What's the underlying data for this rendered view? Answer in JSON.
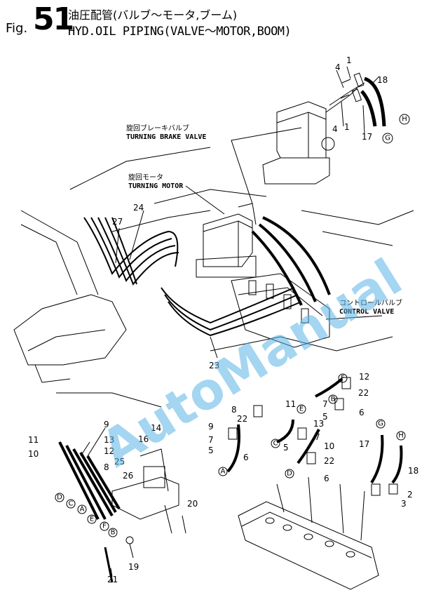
{
  "header": {
    "fig_prefix": "Fig.",
    "fig_number": "51",
    "title_jp": "油圧配管(バルブ～モータ,ブーム)",
    "title_en": "HYD.OIL PIPING(VALVE～MOTOR,BOOM)"
  },
  "callouts": {
    "turning_brake_valve_jp": "旋回ブレーキバルブ",
    "turning_brake_valve_en": "TURNING BRAKE VALVE",
    "turning_motor_jp": "旋回モータ",
    "turning_motor_en": "TURNING MOTOR",
    "control_valve_jp": "コントロールバルブ",
    "control_valve_en": "CONTROL VALVE"
  },
  "part_numbers": {
    "p1a": "1",
    "p1b": "1",
    "p4a": "4",
    "p4b": "4",
    "p18a": "18",
    "p17a": "17",
    "p24": "24",
    "p27": "27",
    "p23": "23",
    "p12a": "12",
    "p22a": "22",
    "p13a": "13",
    "p6a": "6",
    "p11a": "11",
    "p7a": "7",
    "p10a": "10",
    "p8a": "8",
    "p22b": "22",
    "p9a": "9",
    "p7b": "7",
    "p5a": "5",
    "p6b": "6",
    "p5b": "5",
    "p22c": "22",
    "p6c": "6",
    "p17b": "17",
    "p18b": "18",
    "p2": "2",
    "p7c": "7",
    "p5c": "5",
    "p3": "3",
    "p9b": "9",
    "p14": "14",
    "p11b": "11",
    "p13b": "13",
    "p16": "16",
    "p10b": "10",
    "p12b": "12",
    "p8b": "8",
    "p25": "25",
    "p26": "26",
    "p20": "20",
    "p19": "19",
    "p21": "21"
  },
  "circle_letters": {
    "h1": "H",
    "g1": "G",
    "e1": "E",
    "f1": "F",
    "c1": "C",
    "a1": "A",
    "d1": "D",
    "g2": "G",
    "h2": "H",
    "d2": "D",
    "c2": "C",
    "a2": "A",
    "e2": "E",
    "f2": "F",
    "b1": "B",
    "b2": "B"
  },
  "watermark": "AutoManual",
  "colors": {
    "ink": "#000000",
    "watermark": "#5ab4e6"
  }
}
